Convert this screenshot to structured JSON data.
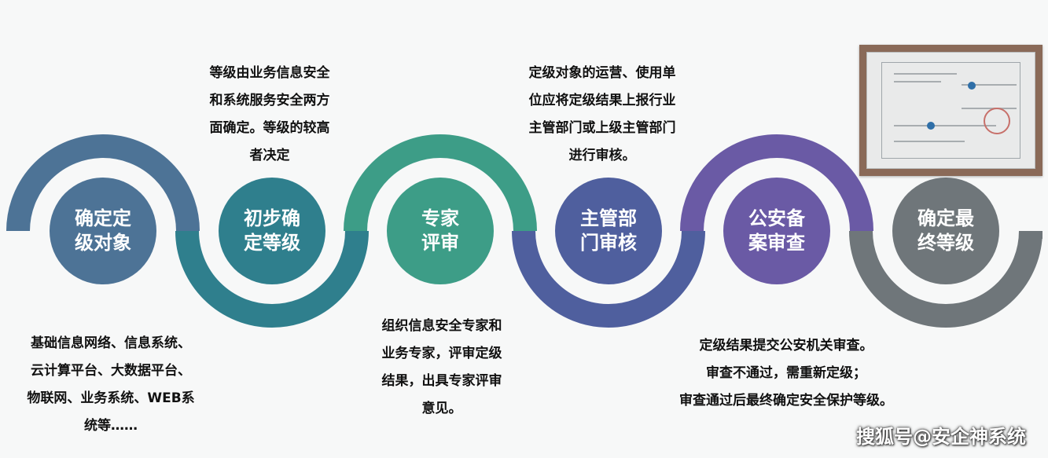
{
  "steps": [
    {
      "label": "确定定\n级对象",
      "color": "#4d7396"
    },
    {
      "label": "初步确\n定等级",
      "color": "#2f7f8d"
    },
    {
      "label": "专家\n评审",
      "color": "#3d9d87"
    },
    {
      "label": "主管部\n门审核",
      "color": "#4f5f9e"
    },
    {
      "label": "公安备\n案审查",
      "color": "#6a5aa5"
    },
    {
      "label": "确定最\n终等级",
      "color": "#6f767a"
    }
  ],
  "wave_colors": [
    "#4d7396",
    "#2f7f8d",
    "#3d9d87",
    "#4f5f9e",
    "#6a5aa5",
    "#6f767a"
  ],
  "notes": {
    "step1": "基础信息网络、信息系统、\n云计算平台、大数据平台、\n物联网、业务系统、WEB系\n统等……",
    "step2": "等级由业务信息安全\n和系统服务安全两方\n面确定。等级的较高\n者决定",
    "step3": "组织信息安全专家和\n业务专家，评审定级\n结果，出具专家评审\n意见。",
    "step4": "定级对象的运营、使用单\n位应将定级结果上报行业\n主管部门或上级主管部门\n进行审核。",
    "step5": "定级结果提交公安机关审查。\n审查不通过，需重新定级；\n审查通过后最终确定安全保护等级。"
  },
  "watermark": "搜狐号@安企神系统"
}
